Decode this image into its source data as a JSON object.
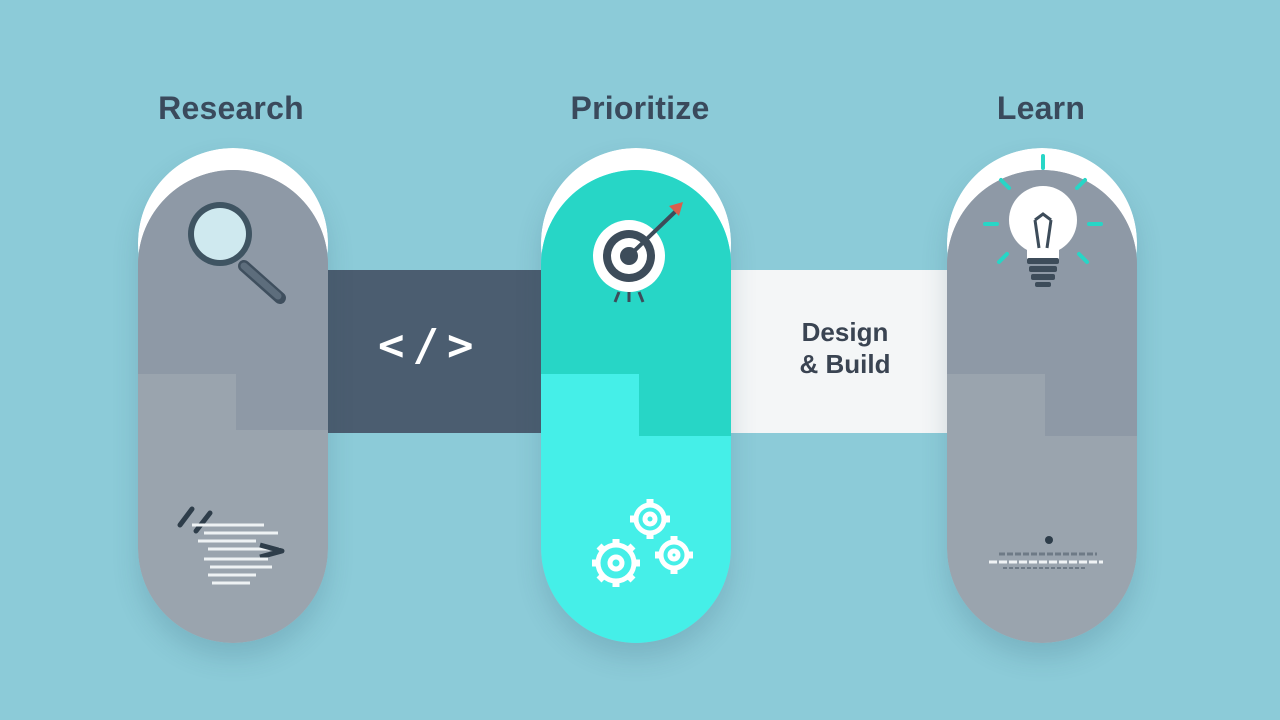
{
  "steps": [
    {
      "title": "Research",
      "icons": [
        "magnifier-icon",
        "text-lines-icon"
      ]
    },
    {
      "title": "Prioritize",
      "icons": [
        "target-icon",
        "gears-icon"
      ]
    },
    {
      "title": "Learn",
      "icons": [
        "lightbulb-icon",
        "text-lines-icon"
      ]
    }
  ],
  "connectors": [
    {
      "glyph": "</>",
      "icon": "code-icon"
    },
    {
      "line1": "Design",
      "line2": "& Build"
    }
  ],
  "colors": {
    "background": "#8ccbd8",
    "gray_capsule": "#8f9ba8",
    "teal_capsule": "#27d6c6",
    "cyan_capsule": "#45efe8",
    "dark_connector": "#4b5d70",
    "light_connector": "#f4f6f7",
    "title_text": "#3a4a5c"
  }
}
